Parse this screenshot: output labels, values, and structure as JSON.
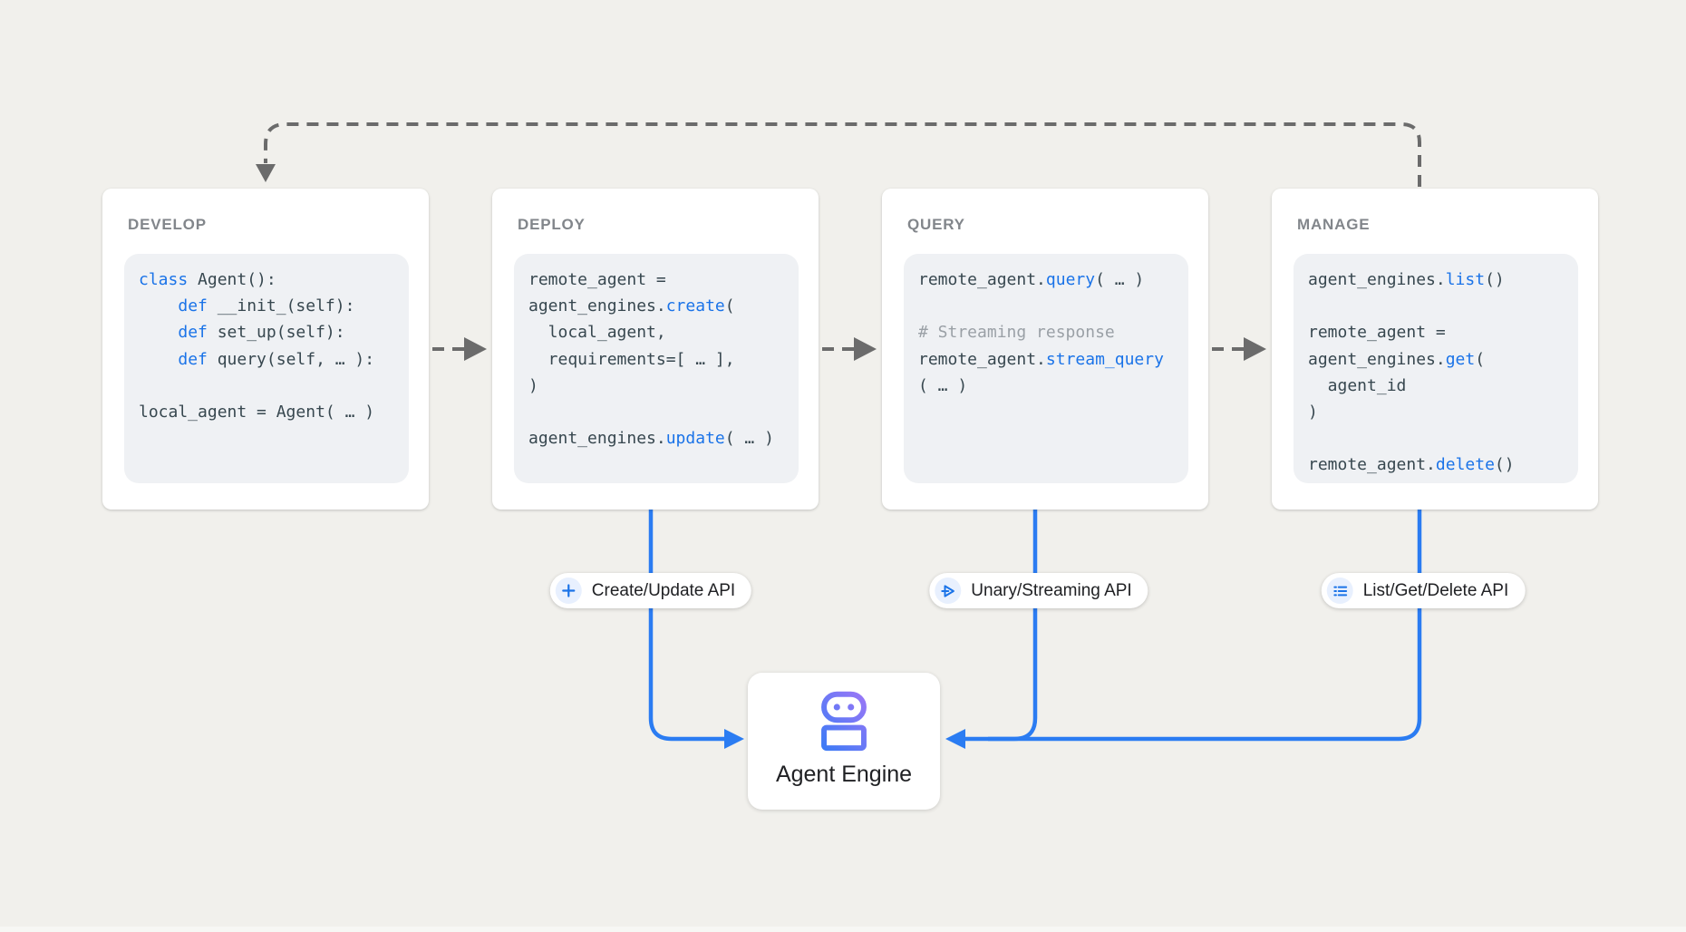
{
  "colors": {
    "page_bg": "#f1f0ec",
    "connector_blue": "#2b7cf2",
    "dash_gray": "#6b6b6b",
    "keyword_blue": "#1a73e8",
    "code_text": "#37474f",
    "comment_gray": "#9aa0a6",
    "title_gray": "#82868b",
    "icon_bg": "#e8f0fe",
    "robot_gradient_blue": "#2b7cf5",
    "robot_gradient_purple": "#ab76f7"
  },
  "cards": [
    {
      "id": "develop",
      "title": "DEVELOP",
      "code": [
        [
          {
            "t": "class",
            "s": "kw"
          },
          {
            "t": " Agent():",
            "s": "p"
          }
        ],
        [
          {
            "t": "    ",
            "s": "p"
          },
          {
            "t": "def",
            "s": "kw"
          },
          {
            "t": " __init_(self):",
            "s": "p"
          }
        ],
        [
          {
            "t": "    ",
            "s": "p"
          },
          {
            "t": "def",
            "s": "kw"
          },
          {
            "t": " set_up(self):",
            "s": "p"
          }
        ],
        [
          {
            "t": "    ",
            "s": "p"
          },
          {
            "t": "def",
            "s": "kw"
          },
          {
            "t": " query(self, … ):",
            "s": "p"
          }
        ],
        [],
        [
          {
            "t": "local_agent = Agent( … )",
            "s": "p"
          }
        ]
      ]
    },
    {
      "id": "deploy",
      "title": "DEPLOY",
      "code": [
        [
          {
            "t": "remote_agent =",
            "s": "p"
          }
        ],
        [
          {
            "t": "agent_engines.",
            "s": "p"
          },
          {
            "t": "create",
            "s": "fn"
          },
          {
            "t": "(",
            "s": "p"
          }
        ],
        [
          {
            "t": "  local_agent,",
            "s": "p"
          }
        ],
        [
          {
            "t": "  requirements=[ … ],",
            "s": "p"
          }
        ],
        [
          {
            "t": ")",
            "s": "p"
          }
        ],
        [],
        [
          {
            "t": "agent_engines.",
            "s": "p"
          },
          {
            "t": "update",
            "s": "fn"
          },
          {
            "t": "( … )",
            "s": "p"
          }
        ]
      ]
    },
    {
      "id": "query",
      "title": "QUERY",
      "code": [
        [
          {
            "t": "remote_agent.",
            "s": "p"
          },
          {
            "t": "query",
            "s": "fn"
          },
          {
            "t": "( … )",
            "s": "p"
          }
        ],
        [],
        [
          {
            "t": "# Streaming response",
            "s": "c"
          }
        ],
        [
          {
            "t": "remote_agent.",
            "s": "p"
          },
          {
            "t": "stream_query",
            "s": "fn"
          }
        ],
        [
          {
            "t": "( … )",
            "s": "p"
          }
        ]
      ]
    },
    {
      "id": "manage",
      "title": "MANAGE",
      "code": [
        [
          {
            "t": "agent_engines.",
            "s": "p"
          },
          {
            "t": "list",
            "s": "fn"
          },
          {
            "t": "()",
            "s": "p"
          }
        ],
        [],
        [
          {
            "t": "remote_agent =",
            "s": "p"
          }
        ],
        [
          {
            "t": "agent_engines.",
            "s": "p"
          },
          {
            "t": "get",
            "s": "fn"
          },
          {
            "t": "(",
            "s": "p"
          }
        ],
        [
          {
            "t": "  agent_id",
            "s": "p"
          }
        ],
        [
          {
            "t": ")",
            "s": "p"
          }
        ],
        [],
        [
          {
            "t": "remote_agent.",
            "s": "p"
          },
          {
            "t": "delete",
            "s": "fn"
          },
          {
            "t": "()",
            "s": "p"
          }
        ]
      ]
    }
  ],
  "pills": [
    {
      "id": "create-update-api",
      "icon": "plus-icon",
      "label": "Create/Update API"
    },
    {
      "id": "unary-streaming-api",
      "icon": "send-icon",
      "label": "Unary/Streaming API"
    },
    {
      "id": "list-get-delete-api",
      "icon": "list-icon",
      "label": "List/Get/Delete API"
    }
  ],
  "engine": {
    "icon": "robot-icon",
    "label": "Agent Engine"
  }
}
